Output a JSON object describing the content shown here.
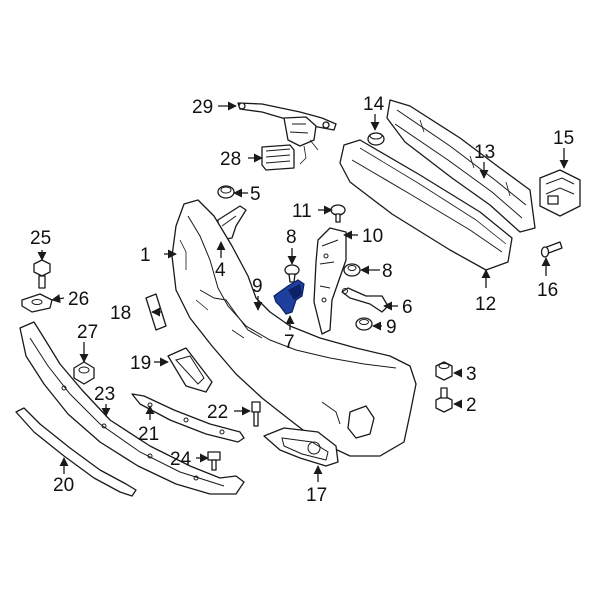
{
  "colors": {
    "background": "#ffffff",
    "line": "#1a1a1a",
    "highlight": "#1f3f9f",
    "highlight_dark": "#0d2266"
  },
  "callouts": [
    {
      "num": "1"
    },
    {
      "num": "2"
    },
    {
      "num": "3"
    },
    {
      "num": "4"
    },
    {
      "num": "5"
    },
    {
      "num": "6"
    },
    {
      "num": "7"
    },
    {
      "num": "8"
    },
    {
      "num": "8"
    },
    {
      "num": "9"
    },
    {
      "num": "9"
    },
    {
      "num": "10"
    },
    {
      "num": "11"
    },
    {
      "num": "12"
    },
    {
      "num": "13"
    },
    {
      "num": "14"
    },
    {
      "num": "15"
    },
    {
      "num": "16"
    },
    {
      "num": "17"
    },
    {
      "num": "18"
    },
    {
      "num": "19"
    },
    {
      "num": "20"
    },
    {
      "num": "21"
    },
    {
      "num": "22"
    },
    {
      "num": "23"
    },
    {
      "num": "24"
    },
    {
      "num": "25"
    },
    {
      "num": "26"
    },
    {
      "num": "27"
    },
    {
      "num": "28"
    },
    {
      "num": "29"
    }
  ],
  "highlighted_part": "7"
}
